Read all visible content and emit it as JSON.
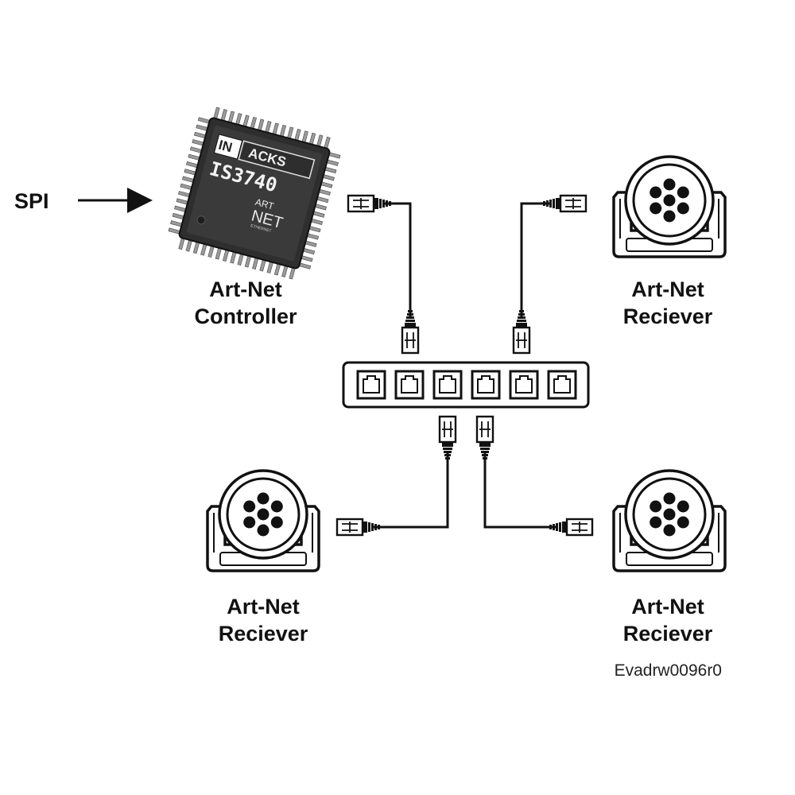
{
  "input": {
    "label": "SPI"
  },
  "controller": {
    "chip_brand_left": "IN",
    "chip_brand_right": "ACKS",
    "chip_part_number": "IS3740",
    "chip_logo_top": "ART",
    "chip_logo_bottom": "NET",
    "chip_logo_sub": "ETHERNET",
    "label_line1": "Art-Net",
    "label_line2": "Controller"
  },
  "receivers": [
    {
      "label_line1": "Art-Net",
      "label_line2": "Reciever"
    },
    {
      "label_line1": "Art-Net",
      "label_line2": "Reciever"
    },
    {
      "label_line1": "Art-Net",
      "label_line2": "Reciever"
    }
  ],
  "switch": {
    "port_count": 6
  },
  "drawing_number": "Evadrw0096r0",
  "colors": {
    "line": "#111111",
    "chip_body": "#2e2e2e",
    "background": "#ffffff"
  }
}
